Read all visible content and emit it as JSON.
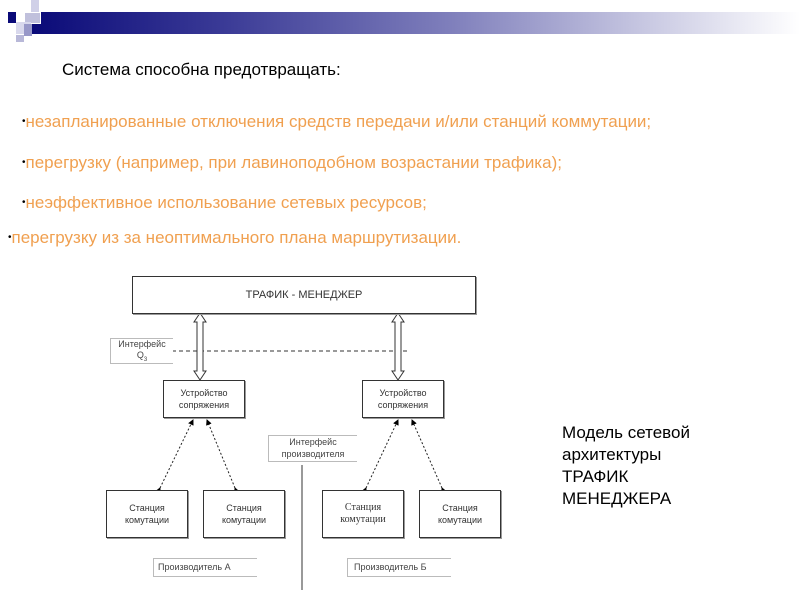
{
  "title": "Система способна предотвращать:",
  "bullets": [
    "незапланированные отключения  средств передачи и/или станций коммутации;",
    "перегрузку (например, при лавиноподобном возрастании трафика);",
    "неэффективное использование сетевых ресурсов;",
    "перегрузку из за  неоптимального плана маршрутизации."
  ],
  "bullet_marker": "•",
  "diagram": {
    "manager": "ТРАФИК - МЕНЕДЖЕР",
    "interface_q3_line1": "Интерфейс",
    "interface_q3_line2": "Q",
    "interface_q3_sub": "3",
    "device_line1": "Устройство",
    "device_line2": "сопряжения",
    "vendor_interface_line1": "Интерфейс",
    "vendor_interface_line2": "производителя",
    "station_line1": "Станция",
    "station_line2": "комутации",
    "vendor_a": "Производитель А",
    "vendor_b": "Производитель Б"
  },
  "model_caption": [
    "Модель сетевой",
    "архитектуры",
    "ТРАФИК",
    "МЕНЕДЖЕРА"
  ],
  "colors": {
    "accent": "#f0a050",
    "header": "#0a0a78"
  }
}
